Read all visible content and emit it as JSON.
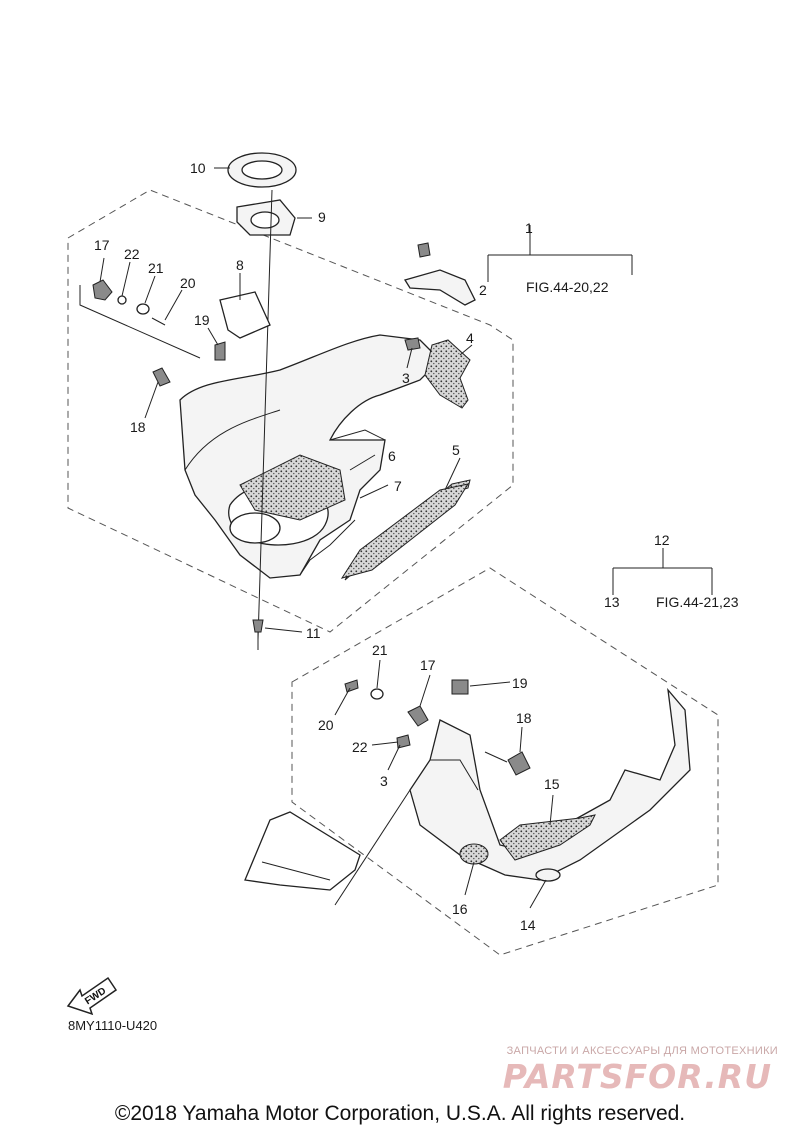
{
  "callouts": [
    {
      "id": "c10",
      "text": "10"
    },
    {
      "id": "c9",
      "text": "9"
    },
    {
      "id": "c17a",
      "text": "17"
    },
    {
      "id": "c22a",
      "text": "22"
    },
    {
      "id": "c21a",
      "text": "21"
    },
    {
      "id": "c20a",
      "text": "20"
    },
    {
      "id": "c8",
      "text": "8"
    },
    {
      "id": "c19a",
      "text": "19"
    },
    {
      "id": "c18a",
      "text": "18"
    },
    {
      "id": "c1",
      "text": "1"
    },
    {
      "id": "c2",
      "text": "2"
    },
    {
      "id": "c4",
      "text": "4"
    },
    {
      "id": "c3a",
      "text": "3"
    },
    {
      "id": "c6",
      "text": "6"
    },
    {
      "id": "c7",
      "text": "7"
    },
    {
      "id": "c5",
      "text": "5"
    },
    {
      "id": "c11",
      "text": "11"
    },
    {
      "id": "c12",
      "text": "12"
    },
    {
      "id": "c13",
      "text": "13"
    },
    {
      "id": "c21b",
      "text": "21"
    },
    {
      "id": "c17b",
      "text": "17"
    },
    {
      "id": "c19b",
      "text": "19"
    },
    {
      "id": "c20b",
      "text": "20"
    },
    {
      "id": "c18b",
      "text": "18"
    },
    {
      "id": "c22b",
      "text": "22"
    },
    {
      "id": "c3b",
      "text": "3"
    },
    {
      "id": "c15",
      "text": "15"
    },
    {
      "id": "c16",
      "text": "16"
    },
    {
      "id": "c14",
      "text": "14"
    }
  ],
  "fig_refs": {
    "upper": "FIG.44-20,22",
    "lower": "FIG.44-21,23"
  },
  "fwd_label": "FWD",
  "diagram_code": "8MY1110-U420",
  "watermark": {
    "small": "ЗАПЧАСТИ И АКСЕССУАРЫ ДЛЯ МОТОТЕХНИКИ",
    "big": "PARTSFOR.RU"
  },
  "copyright": "©2018 Yamaha Motor Corporation, U.S.A. All rights reserved."
}
